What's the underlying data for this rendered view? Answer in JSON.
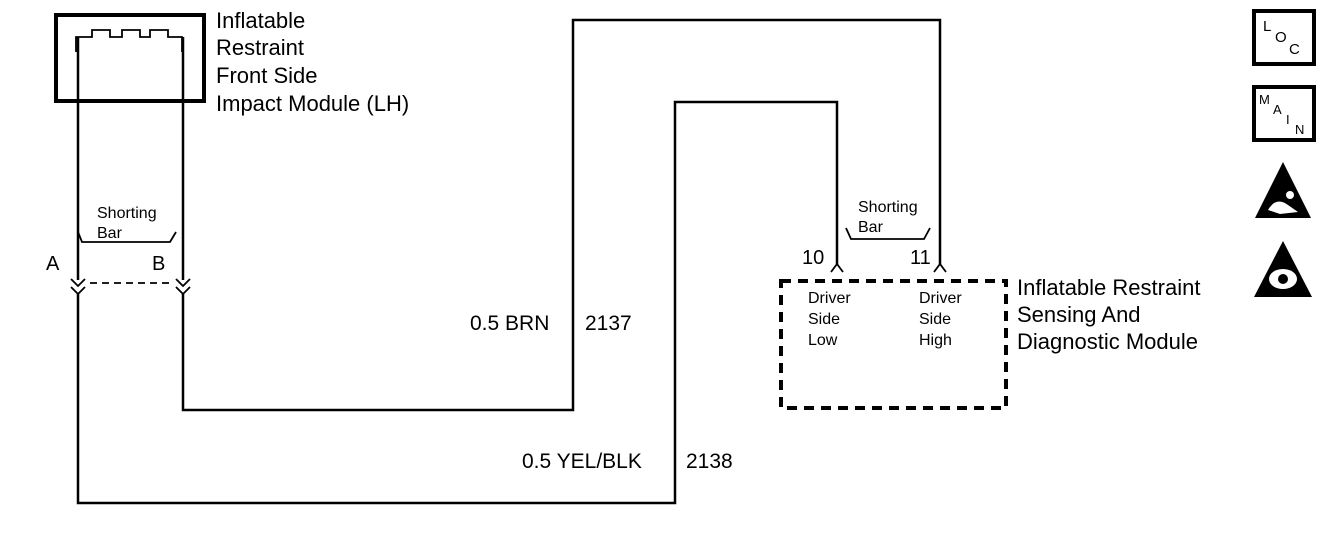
{
  "impact_module": {
    "lines": [
      "Inflatable",
      "Restraint",
      "Front Side",
      "Impact Module (LH)"
    ],
    "shorting_bar": [
      "Shorting",
      "Bar"
    ],
    "terminal_a": "A",
    "terminal_b": "B"
  },
  "sdm": {
    "lines": [
      "Inflatable Restraint",
      "Sensing And",
      "Diagnostic Module"
    ],
    "shorting_bar": [
      "Shorting",
      "Bar"
    ],
    "pin_10": "10",
    "pin_11": "11",
    "pin_10_label": [
      "Driver",
      "Side",
      "Low"
    ],
    "pin_11_label": [
      "Driver",
      "Side",
      "High"
    ]
  },
  "wires": {
    "brn_label": "0.5 BRN",
    "brn_circuit": "2137",
    "yelblk_label": "0.5 YEL/BLK",
    "yelblk_circuit": "2138"
  },
  "legend_icons": {
    "loc": [
      "L",
      "O",
      "C"
    ],
    "main": [
      "M",
      "A",
      "I",
      "N"
    ],
    "esd_icon": "esd-warning-icon",
    "airbag_icon": "airbag-caution-icon"
  }
}
